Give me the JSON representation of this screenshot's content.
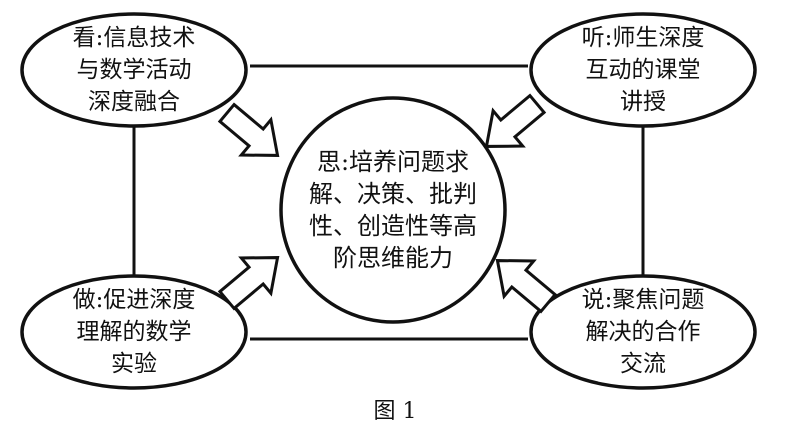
{
  "diagram": {
    "nodes": {
      "see": "看:信息技术\n与数学活动\n深度融合",
      "listen": "听:师生深度\n互动的课堂\n讲授",
      "think": "思:培养问题求\n解、决策、批判\n性、创造性等高\n阶思维能力",
      "do": "做:促进深度\n理解的数学\n实验",
      "speak": "说:聚焦问题\n解决的合作\n交流"
    },
    "caption": "图 1"
  },
  "colors": {
    "stroke": "#111111",
    "fill": "#ffffff"
  }
}
